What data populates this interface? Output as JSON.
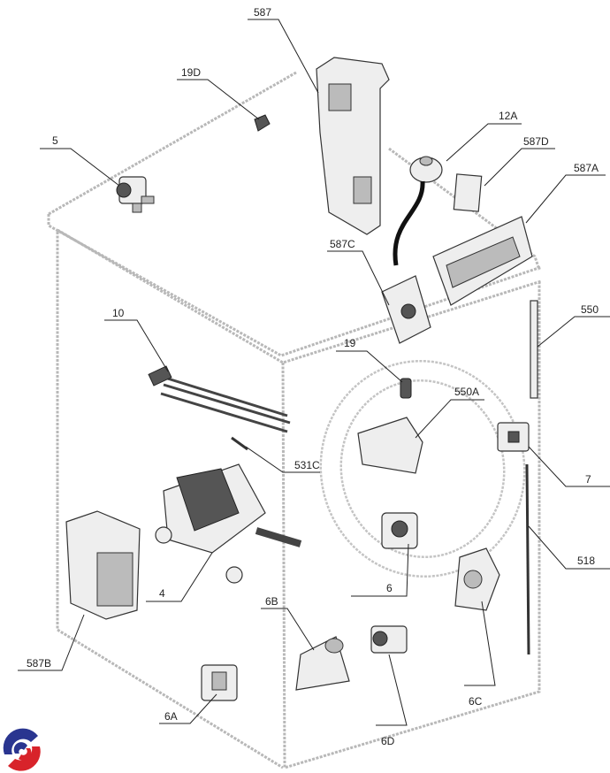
{
  "diagram": {
    "labels": {
      "p587": "587",
      "p19D": "19D",
      "p5": "5",
      "p12A": "12A",
      "p587D": "587D",
      "p587A": "587A",
      "p587C": "587C",
      "p10": "10",
      "p19": "19",
      "p550": "550",
      "p550A": "550A",
      "p531C": "531C",
      "p7": "7",
      "p518": "518",
      "p6": "6",
      "p4": "4",
      "p6B": "6B",
      "p587B": "587B",
      "p6C": "6C",
      "p6A": "6A",
      "p6D": "6D"
    },
    "logo": {
      "colors": [
        "#2a3590",
        "#d8232a"
      ]
    }
  }
}
